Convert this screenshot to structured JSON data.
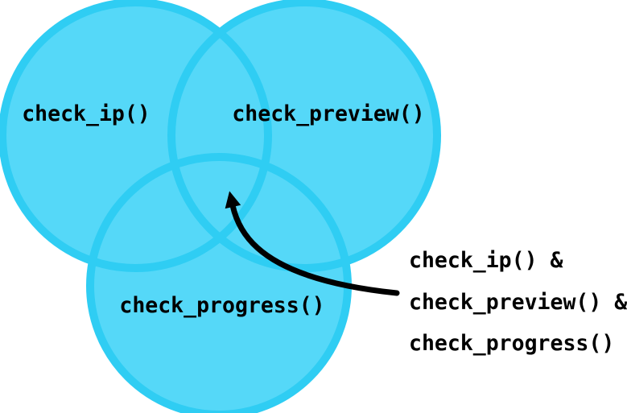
{
  "diagram": {
    "kind": "venn-diagram",
    "colors": {
      "background": "#ffffff",
      "circle_fill": "#55d8f8",
      "circle_stroke": "#2fcdf3",
      "arrow": "#000000",
      "text": "#000000"
    },
    "sets": [
      {
        "label": "check_ip()"
      },
      {
        "label": "check_preview()"
      },
      {
        "label": "check_progress()"
      }
    ],
    "annotation": {
      "lines": [
        "check_ip() &",
        "check_preview() &",
        "check_progress()"
      ]
    }
  }
}
